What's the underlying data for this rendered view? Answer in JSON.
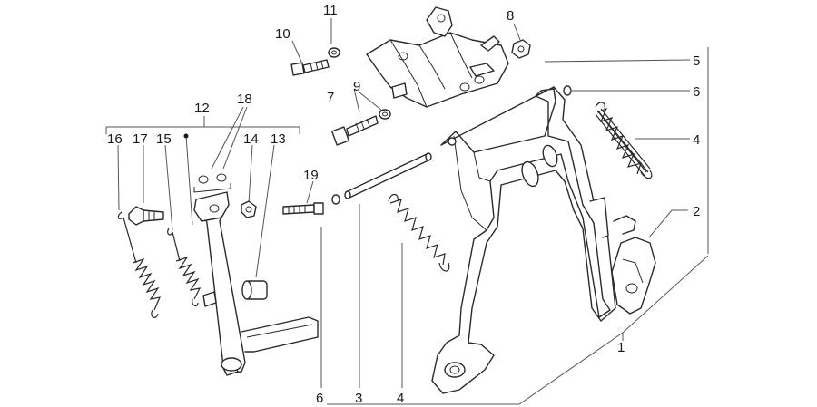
{
  "callouts": [
    {
      "id": "c11",
      "text": "11"
    },
    {
      "id": "c8",
      "text": "8"
    },
    {
      "id": "c10",
      "text": "10"
    },
    {
      "id": "c5",
      "text": "5"
    },
    {
      "id": "c7",
      "text": "7"
    },
    {
      "id": "c9",
      "text": "9"
    },
    {
      "id": "c6a",
      "text": "6"
    },
    {
      "id": "c12",
      "text": "12"
    },
    {
      "id": "c18",
      "text": "18"
    },
    {
      "id": "c4a",
      "text": "4"
    },
    {
      "id": "c16",
      "text": "16"
    },
    {
      "id": "c17",
      "text": "17"
    },
    {
      "id": "c15",
      "text": "15"
    },
    {
      "id": "c14",
      "text": "14"
    },
    {
      "id": "c13",
      "text": "13"
    },
    {
      "id": "c19",
      "text": "19"
    },
    {
      "id": "c2",
      "text": "2"
    },
    {
      "id": "c1",
      "text": "1"
    },
    {
      "id": "c6b",
      "text": "6"
    },
    {
      "id": "c3",
      "text": "3"
    },
    {
      "id": "c4b",
      "text": "4"
    }
  ],
  "colors": {
    "line": "#2a2a2a",
    "leader": "#555555",
    "background": "#ffffff"
  }
}
